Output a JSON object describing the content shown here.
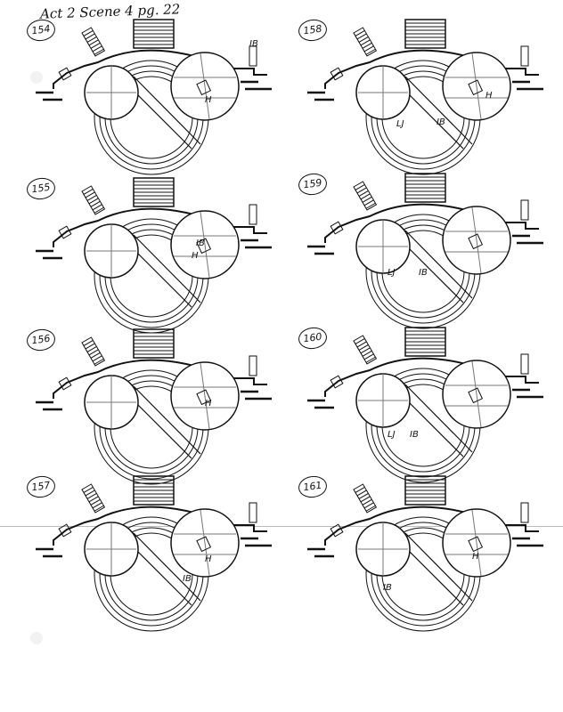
{
  "header": "Act 2 Scene 4 pg. 22",
  "panels": [
    {
      "number": "154",
      "labels": [
        "H",
        "IB"
      ]
    },
    {
      "number": "155",
      "labels": [
        "IB",
        "H"
      ]
    },
    {
      "number": "156",
      "labels": [
        "H"
      ]
    },
    {
      "number": "157",
      "labels": [
        "H",
        "IB"
      ]
    },
    {
      "number": "158",
      "labels": [
        "H",
        "LJ",
        "IB"
      ]
    },
    {
      "number": "159",
      "labels": [
        "LJ",
        "IB"
      ]
    },
    {
      "number": "160",
      "labels": [
        "LJ",
        "IB"
      ]
    },
    {
      "number": "161",
      "labels": [
        "IB",
        "H"
      ]
    }
  ]
}
